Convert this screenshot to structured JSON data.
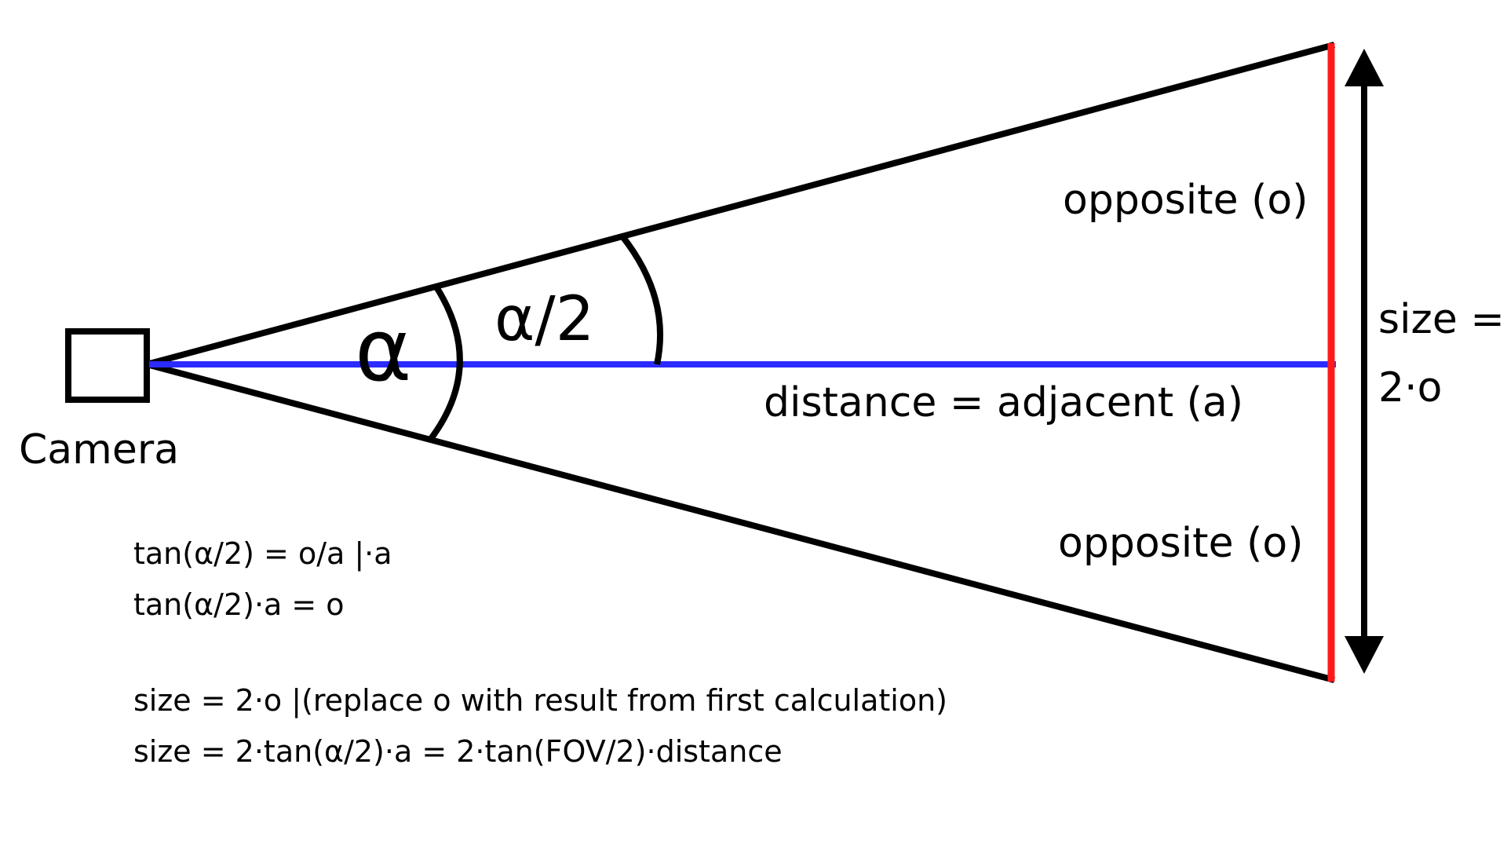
{
  "labels": {
    "camera": "Camera",
    "alpha": "α",
    "half_angle": "α/2",
    "opposite_top": "opposite (o)",
    "opposite_bottom": "opposite (o)",
    "distance": "distance = adjacent (a)",
    "size_line1": "size =",
    "size_line2": "2·o"
  },
  "formulas": [
    "tan(α/2) = o/a  |·a",
    "tan(α/2)·a = o",
    "size = 2·o  |(replace o with result from first calculation)",
    "size = 2·tan(α/2)·a = 2·tan(FOV/2)·distance"
  ],
  "colors": {
    "frustum_lines": "#000000",
    "adjacent_line": "#2b2bff",
    "image_plane": "#ff1a1a",
    "size_arrow": "#000000"
  }
}
